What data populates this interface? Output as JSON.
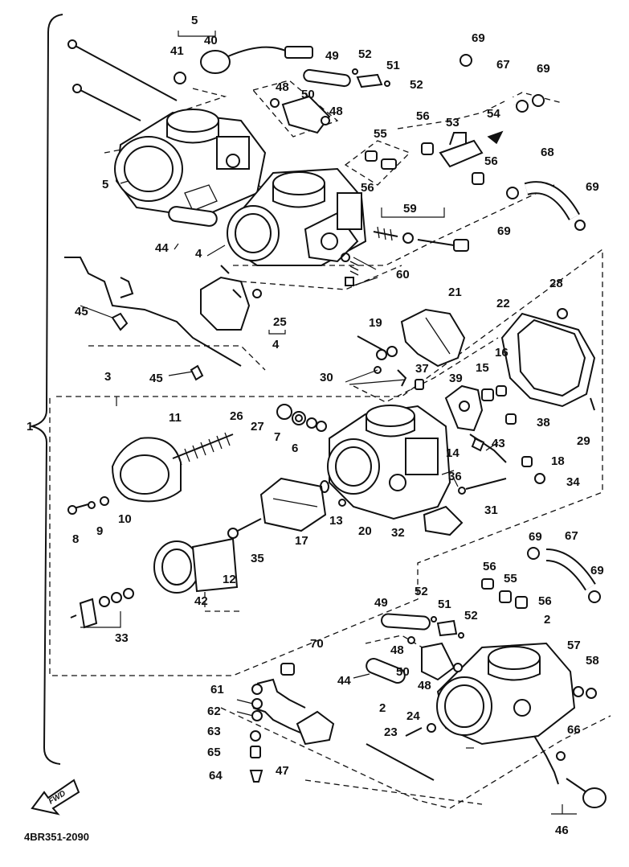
{
  "callouts": {
    "c1": "1",
    "c2a": "2",
    "c2b": "2",
    "c3": "3",
    "c4a": "4",
    "c4b": "4",
    "c5a": "5",
    "c5b": "5",
    "c6": "6",
    "c7": "7",
    "c8": "8",
    "c9": "9",
    "c10": "10",
    "c11": "11",
    "c12": "12",
    "c13": "13",
    "c14": "14",
    "c15": "15",
    "c16": "16",
    "c17": "17",
    "c18": "18",
    "c19": "19",
    "c20": "20",
    "c21": "21",
    "c22": "22",
    "c23": "23",
    "c24": "24",
    "c25": "25",
    "c26": "26",
    "c27": "27",
    "c28": "28",
    "c29": "29",
    "c30": "30",
    "c31": "31",
    "c32": "32",
    "c33": "33",
    "c34": "34",
    "c35": "35",
    "c36": "36",
    "c37": "37",
    "c38": "38",
    "c39": "39",
    "c40": "40",
    "c41": "41",
    "c42": "42",
    "c43": "43",
    "c44a": "44",
    "c44b": "44",
    "c45a": "45",
    "c45b": "45",
    "c46": "46",
    "c47": "47",
    "c48a": "48",
    "c48b": "48",
    "c48c": "48",
    "c48d": "48",
    "c49a": "49",
    "c49b": "49",
    "c50a": "50",
    "c50b": "50",
    "c51a": "51",
    "c51b": "51",
    "c52a": "52",
    "c52b": "52",
    "c52c": "52",
    "c52d": "52",
    "c53": "53",
    "c54": "54",
    "c55a": "55",
    "c55b": "55",
    "c56a": "56",
    "c56b": "56",
    "c56c": "56",
    "c56d": "56",
    "c57": "57",
    "c58": "58",
    "c59": "59",
    "c60": "60",
    "c61": "61",
    "c62": "62",
    "c63": "63",
    "c64": "64",
    "c65": "65",
    "c66": "66",
    "c67a": "67",
    "c67b": "67",
    "c68": "68",
    "c69a": "69",
    "c69b": "69",
    "c69c": "69",
    "c69d": "69",
    "c69e": "69",
    "c69f": "69",
    "c70": "70"
  },
  "drawing_code": "4BR351-2090",
  "fwd_arrow_label": "FWD",
  "icons": {
    "fwd_arrow": "forward-direction-arrow-icon"
  },
  "colors": {
    "ink": "#111111",
    "paper": "#ffffff"
  }
}
